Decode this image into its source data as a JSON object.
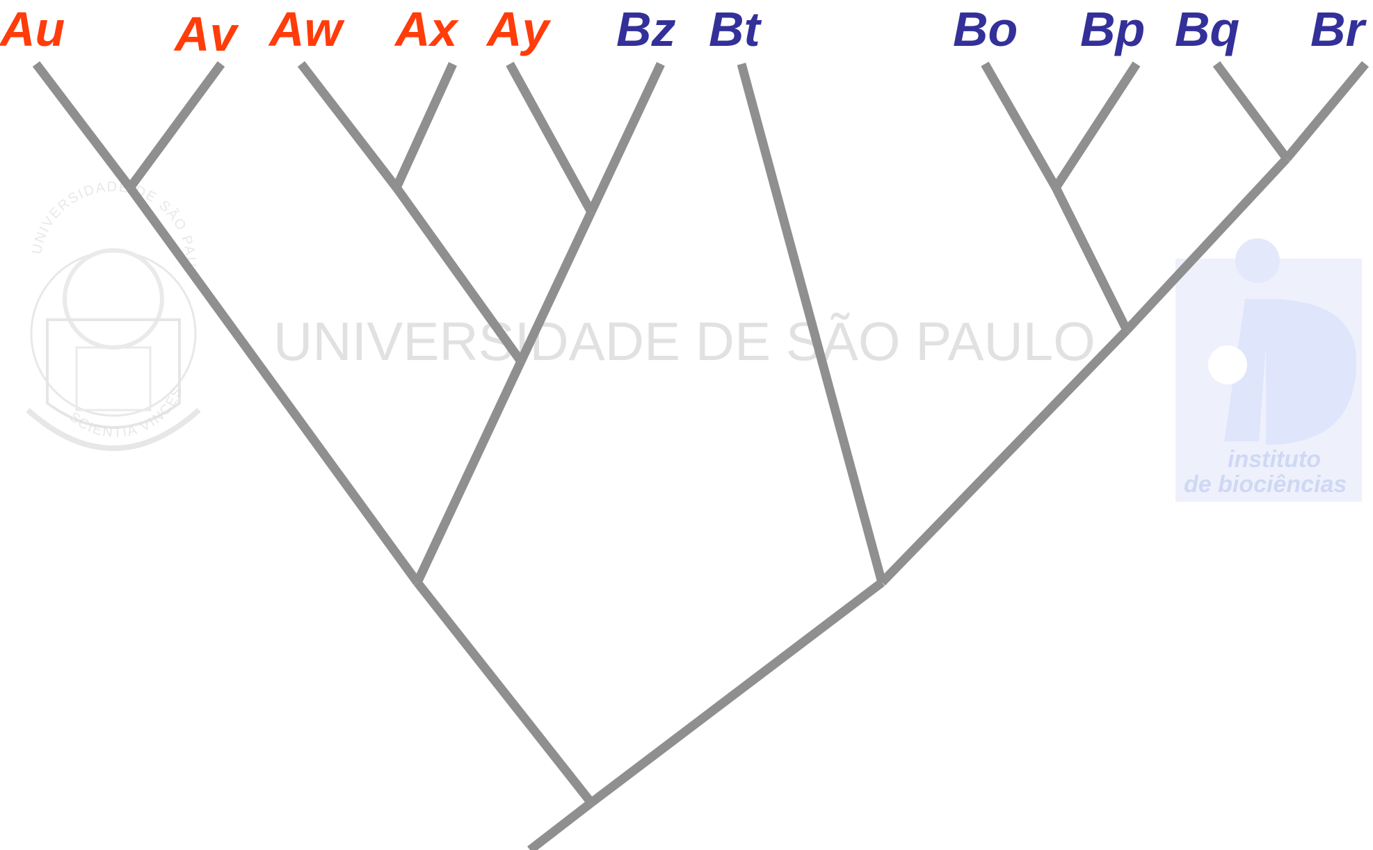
{
  "colors": {
    "group_a": "#ff3c0a",
    "group_b": "#33309a",
    "branch": "#8f8f8f",
    "watermark": "#c9c9c9",
    "institute_logo": "#e6ebfc"
  },
  "watermark_text": "UNIVERSIDADE DE SÃO PAULO",
  "seal": {
    "top_text": "UNIVERSIDADE DE SÃO PAULO",
    "bottom_text": "SCIENTIA VINCES"
  },
  "institute": {
    "line1": "instituto",
    "line2": "de biociências"
  },
  "taxa": [
    {
      "label": "Au",
      "group": "A"
    },
    {
      "label": "Av",
      "group": "A"
    },
    {
      "label": "Aw",
      "group": "A"
    },
    {
      "label": "Ax",
      "group": "A"
    },
    {
      "label": "Ay",
      "group": "A"
    },
    {
      "label": "Bz",
      "group": "B"
    },
    {
      "label": "Bt",
      "group": "B"
    },
    {
      "label": "Bo",
      "group": "B"
    },
    {
      "label": "Bp",
      "group": "B"
    },
    {
      "label": "Bq",
      "group": "B"
    },
    {
      "label": "Br",
      "group": "B"
    }
  ],
  "tree": {
    "nodes": [
      {
        "id": "uv",
        "children": [
          "Au",
          "Av"
        ]
      },
      {
        "id": "wx",
        "children": [
          "Aw",
          "Ax"
        ]
      },
      {
        "id": "yz",
        "children": [
          "Ay",
          "Bz"
        ]
      },
      {
        "id": "wxyz",
        "children": [
          "wx",
          "yz"
        ]
      },
      {
        "id": "uvwxyz",
        "children": [
          "uv",
          "wxyz"
        ]
      },
      {
        "id": "op",
        "children": [
          "Bo",
          "Bp"
        ]
      },
      {
        "id": "qr",
        "children": [
          "Bq",
          "Br"
        ]
      },
      {
        "id": "opqr",
        "children": [
          "op",
          "qr"
        ]
      },
      {
        "id": "t_opqr",
        "children": [
          "Bt",
          "opqr"
        ]
      },
      {
        "id": "root",
        "children": [
          "uvwxyz",
          "t_opqr"
        ]
      }
    ]
  }
}
